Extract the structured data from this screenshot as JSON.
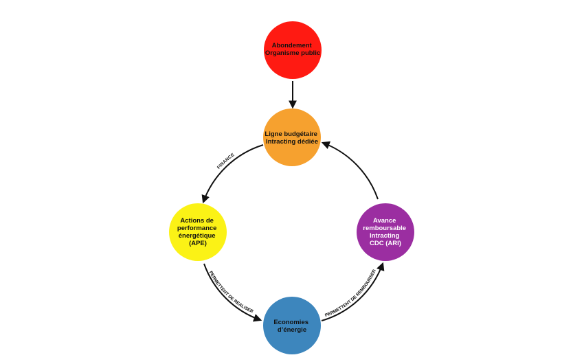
{
  "nodes": {
    "abondement": {
      "lines": [
        "Abondement",
        "Organisme public"
      ],
      "color": "#ff1a12"
    },
    "ligne": {
      "lines": [
        "Ligne budgétaire",
        "Intracting dédiée"
      ],
      "color": "#f6a12f"
    },
    "actions": {
      "lines": [
        "Actions de",
        "performance",
        "énergétique",
        "(APE)"
      ],
      "color": "#fbf216"
    },
    "economies": {
      "lines": [
        "Economies",
        "d’énergie"
      ],
      "color": "#3d86bd"
    },
    "avance": {
      "lines": [
        "Avance",
        "remboursable",
        "Intracting",
        "CDC (ARI)"
      ],
      "color": "#9b2ea1"
    }
  },
  "edges": {
    "finance": "FINANCE",
    "permettent_realiser": "PERMETTENT DE REALISER",
    "permettent_rembourser": "PERMETTENT DE REMBOURSER"
  }
}
